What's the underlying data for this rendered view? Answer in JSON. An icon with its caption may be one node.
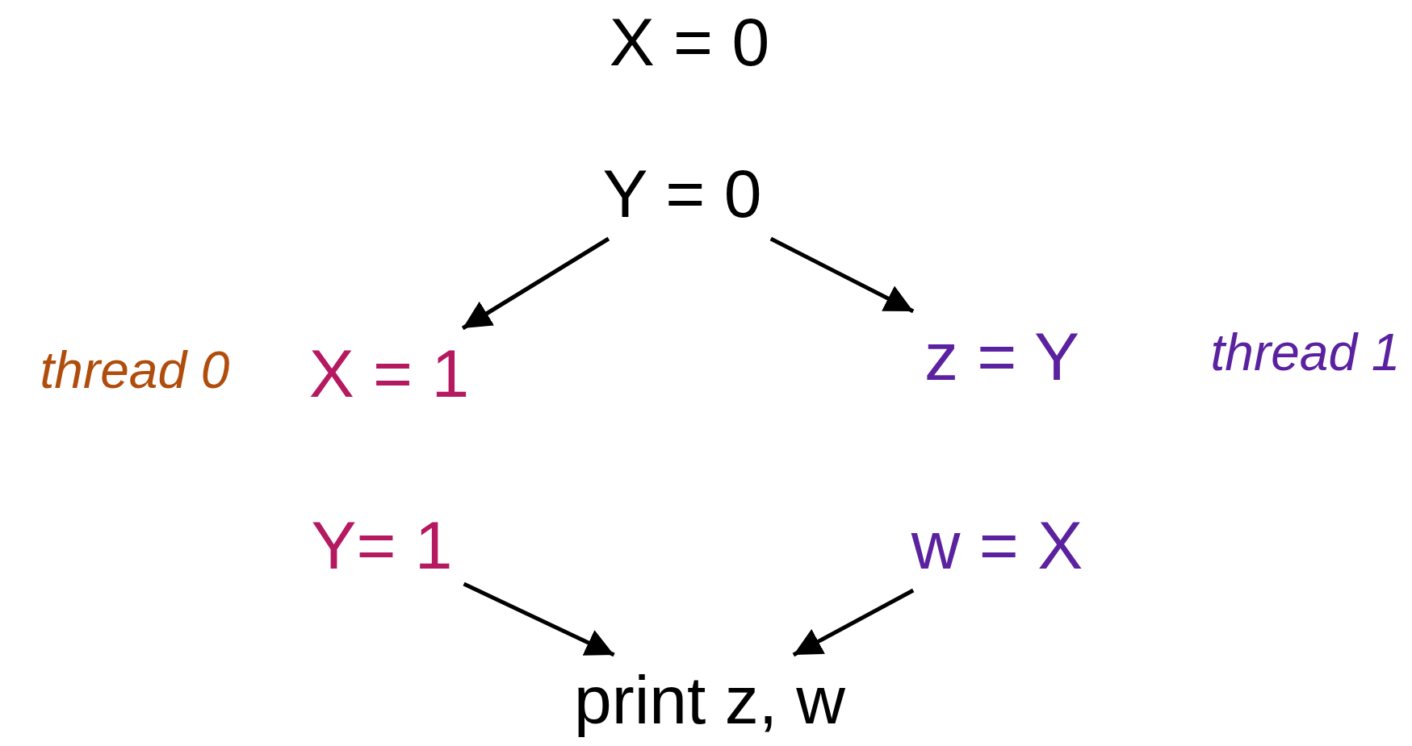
{
  "diagram": {
    "nodes": [
      {
        "text": [
          "X = 0"
        ]
      },
      {
        "text": [
          "Y = 0"
        ]
      },
      {
        "text": [
          "X = 1"
        ]
      },
      {
        "text": [
          "z = Y"
        ]
      },
      {
        "text": [
          "Y= 1"
        ]
      },
      {
        "text": [
          "w = X"
        ]
      },
      {
        "text": [
          "print z, w"
        ]
      }
    ],
    "edges": [
      {
        "from": 1,
        "to": 2,
        "arrow": "to"
      },
      {
        "from": 1,
        "to": 3,
        "arrow": "to"
      },
      {
        "from": 4,
        "to": 6,
        "arrow": "to"
      },
      {
        "from": 5,
        "to": 6,
        "arrow": "to"
      }
    ],
    "labels": [
      "thread 0",
      "thread 1"
    ]
  }
}
